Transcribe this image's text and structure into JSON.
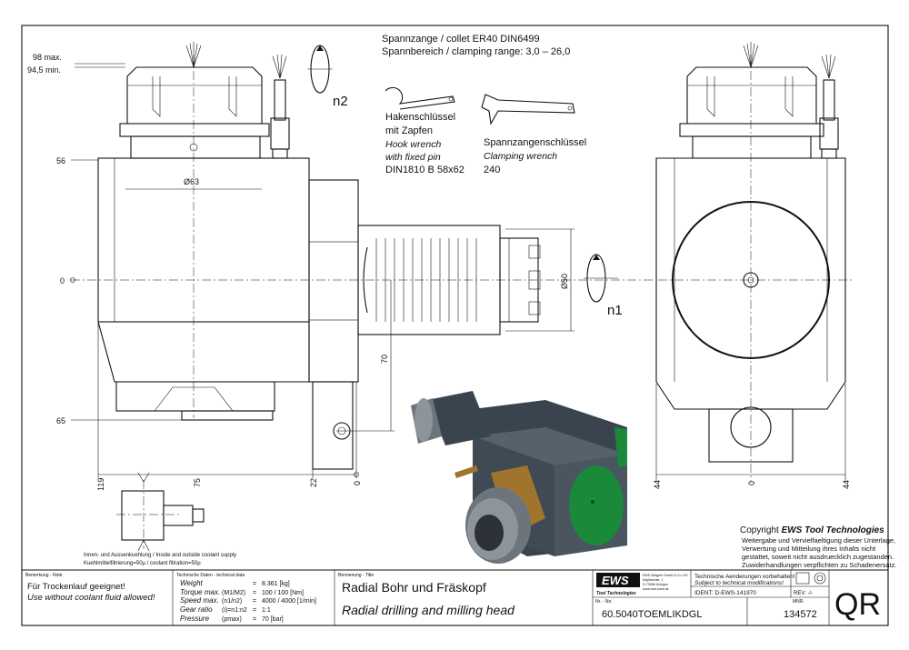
{
  "collet": {
    "line1": "Spannzange / collet   ER40   DIN6499",
    "line2": "Spannbereich / clamping range: 3,0 – 26,0"
  },
  "hook_wrench": {
    "de1": "Hakenschlüssel",
    "de2": "mit Zapfen",
    "en1": "Hook wrench",
    "en2": "with fixed pin",
    "norm": "DIN1810 B 58x62"
  },
  "clamping_wrench": {
    "de": "Spannzangenschlüssel",
    "en": "Clamping wrench",
    "size": "240"
  },
  "dimensions": {
    "height_max": "98 max.",
    "height_min": "94,5 min.",
    "y_56": "56",
    "y_0": "0",
    "y_65": "65",
    "diameter_63": "Ø63",
    "diameter_50": "Ø50",
    "len_70": "70",
    "x_119": "119",
    "x_75": "75",
    "x_22": "22",
    "x_0": "0",
    "side_44_left": "44",
    "side_0": "0",
    "side_44_right": "44"
  },
  "rotation": {
    "n2": "n2",
    "n1": "n1"
  },
  "coolant": {
    "line1": "Innen- und Aussenkuehlung / Inside and outside coolant supply",
    "line2": "Kuehlmittelfiltrierung=50µ / coolant filtration=50µ"
  },
  "copyright": {
    "prefix": "Copyright ",
    "brand": "EWS Tool Technologies",
    "l1": "Weitergabe und Vervielfaeltigung dieser Unterlage,",
    "l2": "Verwertung und Mitteilung ihres Inhalts nicht",
    "l3": "gestattet, soweit nicht ausdruecklich zugestanden.",
    "l4": "Zuwiderhandlungen verpflichten zu Schadenersatz."
  },
  "title_block": {
    "remark_label": "Bemerkung - Note",
    "remark_de": "Für Trockenlauf geeignet!",
    "remark_en": "Use without coolant fluid allowed!",
    "tech_label": "Technische Daten - technical data",
    "tech_rows": [
      {
        "name": "Weight",
        "unit": "",
        "eq": "=",
        "value": "8.361 [kg]"
      },
      {
        "name": "Torque max.",
        "unit": "(M1/M2)",
        "eq": "=",
        "value": "100 / 100 [Nm]"
      },
      {
        "name": "Speed max.",
        "unit": "(n1/n2)",
        "eq": "=",
        "value": "4000 / 4000 [1/min]"
      },
      {
        "name": "Gear ratio",
        "unit": "(i)=n1:n2",
        "eq": "=",
        "value": "1:1"
      },
      {
        "name": "Pressure",
        "unit": "(pmax)",
        "eq": "=",
        "value": "70 [bar]"
      }
    ],
    "title_label": "Bennenung - Title",
    "title_de": "Radial Bohr und Fräskopf",
    "title_en": "Radial drilling and milling head",
    "logo_text": "EWS",
    "logo_sub": "Tool Technologies",
    "company_1": "EWS Weigele GmbH & Co. KG",
    "company_2": "Maybachstr. 1",
    "company_3": "D-73066 Uhingen",
    "company_4": "www.ews-tools.de",
    "notice_de": "Technische Aenderungen vorbehalten!",
    "notice_en": "Subject to technical modifications!",
    "ident": "IDENT:  D-EWS-141970",
    "rev": "REV:  -/-",
    "no_label": "Nr. - No.",
    "part_no": "60.5040TOEMLIKDGL",
    "mnr_label": "MNR.",
    "mnr": "134572",
    "code": "QR"
  },
  "colors": {
    "housing": "#4a5560",
    "housing_side": "#3a444e",
    "green": "#1a8a3a",
    "brass": "#a0742c"
  }
}
